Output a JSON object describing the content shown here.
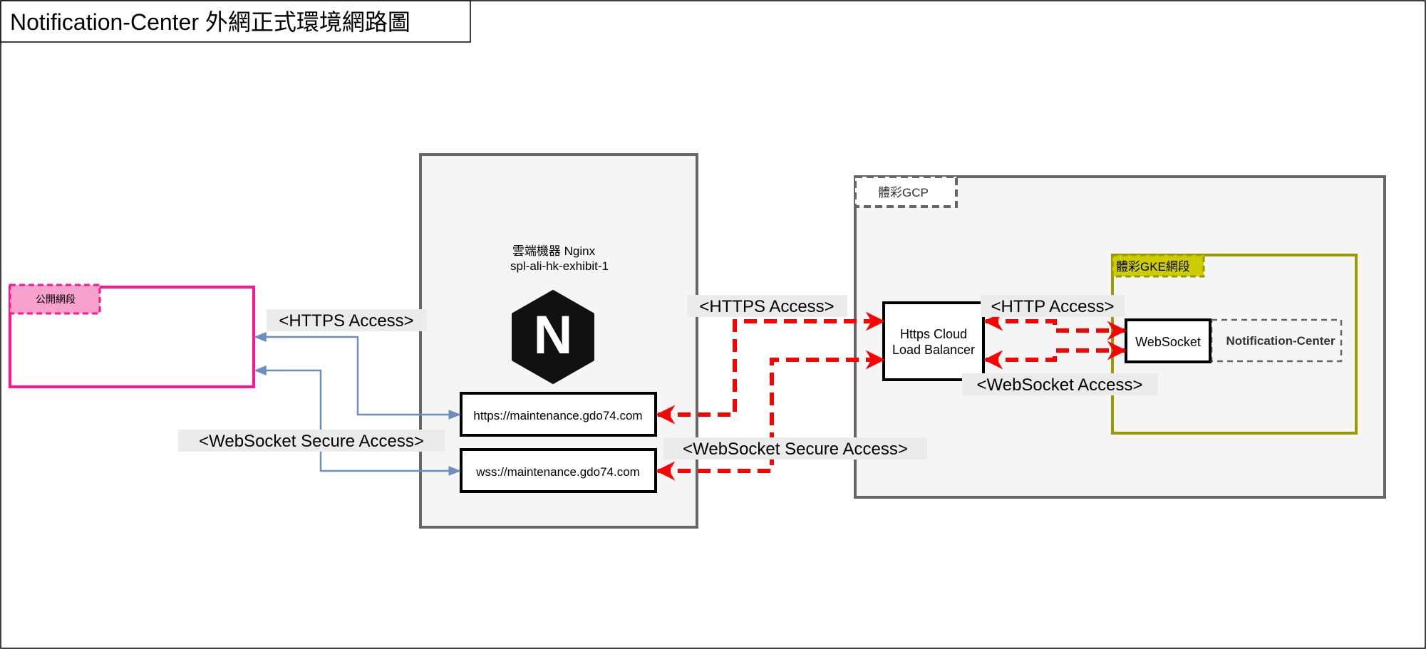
{
  "title": "Notification-Center 外網正式環境網路圖",
  "public_segment": {
    "label": "公開網段"
  },
  "nginx": {
    "line1": "雲端機器 Nginx",
    "line2": "spl-ali-hk-exhibit-1",
    "logo_letter": "N",
    "https_endpoint": "https://maintenance.gdo74.com",
    "wss_endpoint": "wss://maintenance.gdo74.com"
  },
  "gcp": {
    "label": "體彩GCP",
    "load_balancer": [
      "Https Cloud",
      "Load Balancer"
    ],
    "gke": {
      "label": "體彩GKE網段",
      "websocket": "WebSocket",
      "service": "Notification-Center"
    }
  },
  "edges": {
    "public_https": "<HTTPS Access>",
    "public_wss": "<WebSocket Secure Access>",
    "lb_https": "<HTTPS Access>",
    "lb_wss": "<WebSocket Secure Access>",
    "ws_http": "<HTTP Access>",
    "ws_websocket": "<WebSocket Access>"
  },
  "colors": {
    "public_border": "#ff1493",
    "public_tag": "#f7a1cd",
    "gke_border": "#999900",
    "gke_tag": "#cccc00",
    "red_link": "#ff0000",
    "blue_link": "#6c8ebf"
  }
}
